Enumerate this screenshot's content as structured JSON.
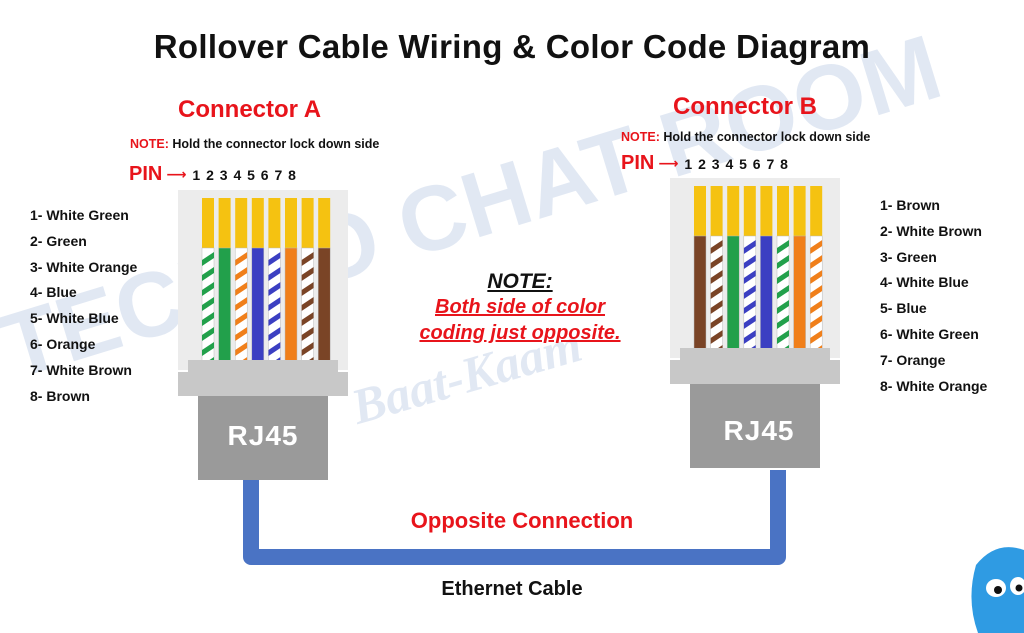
{
  "title": "Rollover Cable Wiring & Color Code Diagram",
  "note_label": "NOTE:",
  "note_text": "Hold the connector lock down side",
  "pin_label": "PIN",
  "pin_numbers": "1 2 3 4 5 6 7 8",
  "connector_a": {
    "title": "Connector A",
    "wires": [
      "1- White Green",
      "2- Green",
      "3- White Orange",
      "4- Blue",
      "5- White Blue",
      "6- Orange",
      "7- White Brown",
      "8- Brown"
    ],
    "wire_colors": [
      {
        "base": "#ffffff",
        "stripe": "#22a04b"
      },
      {
        "base": "#22a04b",
        "stripe": null
      },
      {
        "base": "#ffffff",
        "stripe": "#f07f1a"
      },
      {
        "base": "#3b3fc2",
        "stripe": null
      },
      {
        "base": "#ffffff",
        "stripe": "#3b3fc2"
      },
      {
        "base": "#f07f1a",
        "stripe": null
      },
      {
        "base": "#ffffff",
        "stripe": "#7a4426"
      },
      {
        "base": "#7a4426",
        "stripe": null
      }
    ],
    "jack_label": "RJ45"
  },
  "connector_b": {
    "title": "Connector B",
    "wires": [
      "1- Brown",
      "2- White Brown",
      "3- Green",
      "4- White Blue",
      "5- Blue",
      "6- White Green",
      "7- Orange",
      "8- White Orange"
    ],
    "wire_colors": [
      {
        "base": "#7a4426",
        "stripe": null
      },
      {
        "base": "#ffffff",
        "stripe": "#7a4426"
      },
      {
        "base": "#22a04b",
        "stripe": null
      },
      {
        "base": "#ffffff",
        "stripe": "#3b3fc2"
      },
      {
        "base": "#3b3fc2",
        "stripe": null
      },
      {
        "base": "#ffffff",
        "stripe": "#22a04b"
      },
      {
        "base": "#f07f1a",
        "stripe": null
      },
      {
        "base": "#ffffff",
        "stripe": "#f07f1a"
      }
    ],
    "jack_label": "RJ45"
  },
  "center_note": {
    "heading": "NOTE:",
    "line1": "Both side of color",
    "line2": "coding just opposite."
  },
  "opposite_label": "Opposite Connection",
  "cable_label": "Ethernet Cable",
  "watermark": {
    "main": "TECHNO CHAT ROOM",
    "script": "Baat-Kaam"
  },
  "colors": {
    "accent": "#e8141b",
    "cable": "#4a73c4",
    "gold": "#f5c211",
    "gray": "#9a9a9a",
    "light_gray": "#c8c8c8",
    "connector_bg": "#ececec"
  }
}
